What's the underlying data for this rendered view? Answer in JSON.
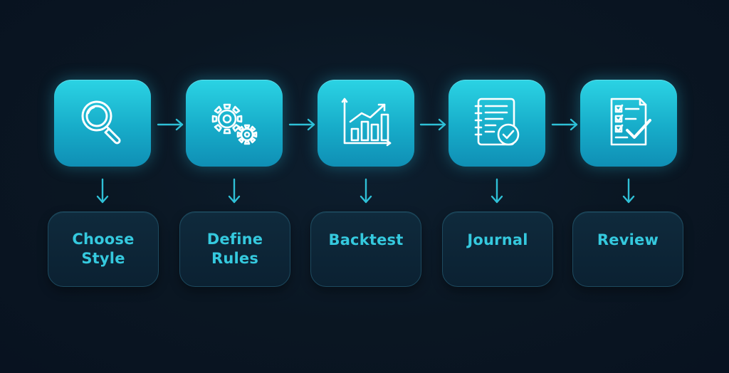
{
  "steps": [
    {
      "label": "Choose\nStyle",
      "icon": "magnifier-icon"
    },
    {
      "label": "Define\nRules",
      "icon": "gears-icon"
    },
    {
      "label": "Backtest",
      "icon": "bar-chart-icon"
    },
    {
      "label": "Journal",
      "icon": "journal-check-icon"
    },
    {
      "label": "Review",
      "icon": "checklist-icon"
    }
  ],
  "colors": {
    "background": "#0a1622",
    "tile_accent": "#1fc1d8",
    "label_text": "#35c9de",
    "arrow": "#2fc0d6",
    "label_box": "#0d2536"
  }
}
